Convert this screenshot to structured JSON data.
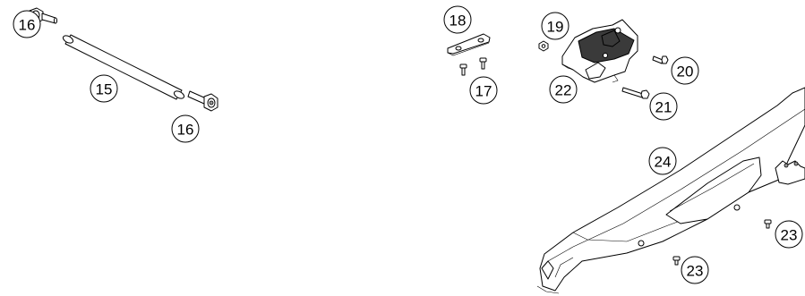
{
  "callouts": {
    "c15": "15",
    "c16a": "16",
    "c16b": "16",
    "c17": "17",
    "c18": "18",
    "c19": "19",
    "c20": "20",
    "c21": "21",
    "c22": "22",
    "c23a": "23",
    "c23b": "23",
    "c24": "24"
  }
}
